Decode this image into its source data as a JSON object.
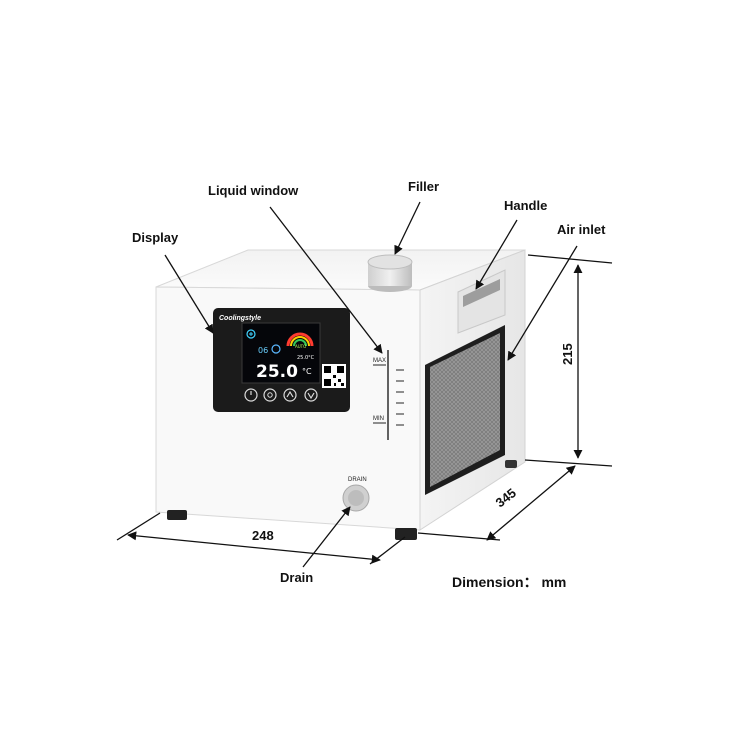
{
  "callouts": {
    "display": "Display",
    "liquid_window": "Liquid window",
    "filler": "Filler",
    "handle": "Handle",
    "air_inlet": "Air inlet",
    "drain": "Drain"
  },
  "dimensions": {
    "width": "248",
    "depth": "345",
    "height": "215",
    "unit_note": "Dimension： mm"
  },
  "device": {
    "brand": "Coolingstyle",
    "screen_small_value": "06",
    "screen_main_value": "25.0",
    "screen_unit": "°C",
    "screen_setpoint": "25.0°C",
    "screen_mode": "AUTO",
    "level_max": "MAX",
    "level_min": "MIN",
    "drain_label": "DRAIN"
  },
  "colors": {
    "body": "#f7f7f7",
    "panel": "#1b1b1b",
    "screen": "#05060a",
    "grille": "#6d6d6d",
    "line": "#111111"
  }
}
